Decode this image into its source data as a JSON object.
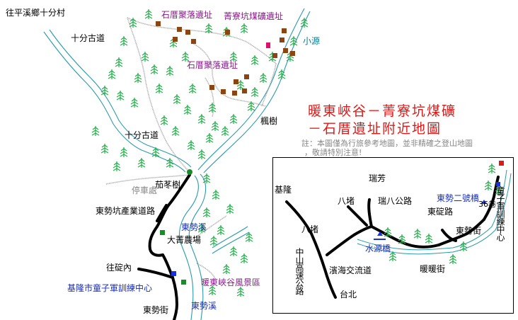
{
  "title": {
    "line1": "暖東峽谷－菁寮坑煤礦",
    "line2": "－石厝遺址附近地圖"
  },
  "note": {
    "line1": "註：本圖僅為行旅參考地圖，並非精確之登山地圖",
    "line2": "，敬請特別注意!"
  },
  "main_labels": {
    "to_pingxi_shifen": "往平溪鄉十分村",
    "shifen_trail_top": "十分古道",
    "shifen_trail_mid": "十分古道",
    "stone_house_site_north": "石厝聚落遺址",
    "stone_house_site_south": "石厝聚落遺址",
    "jingliaokeng_coal_mine": "菁寮坑煤礦遺址",
    "xiaoyuan": "小源",
    "maple_tree": "楓樹",
    "jiaoling_tree": "茄苳樹",
    "parking": "停車處",
    "dongshi_industrial_road": "東勢坑產業道路",
    "daqing_farm": "大菁農場",
    "dongshi_creek_mid": "東勢溪",
    "wangdingnei": "往碇內",
    "boy_scout_center": "基隆市童子軍訓練中心",
    "nuandong_scenic_area": "暖東峽谷風景區",
    "dongshi_street": "東勢街",
    "dongshi_creek_bottom": "東勢溪"
  },
  "inset_labels": {
    "keelung": "基隆",
    "ruifang": "瑞芳",
    "badu_top": "八堵",
    "ruiba_road": "瑞八公路",
    "badu_left": "八堵",
    "dongshi_bridge_2": "東勢二號橋",
    "dongding_road": "東碇路",
    "lane_36": "36巷",
    "dongshi_street": "東勢街",
    "boy_scout_vertical": "童子軍訓練中心",
    "zhongshan_highway": "中山高速公路",
    "shuiyuan_bridge": "水源橋",
    "binhai_interchange": "濱海交流道",
    "nuannuan_street": "暖暖街",
    "taipei": "台北"
  },
  "colors": {
    "title_red": "#e01818",
    "label_purple": "#8a1a8a",
    "label_blue": "#1a2fb0",
    "river_teal": "#0a7a8a",
    "ruin_brown": "#8b4513",
    "mine_pink": "#e0106a",
    "tree_green": "#22b04a",
    "trail_gray": "#9a9a9a"
  },
  "icons": [
    "tree-icon",
    "ruin-marker",
    "mine-marker",
    "center-marker",
    "bridge-marker"
  ]
}
